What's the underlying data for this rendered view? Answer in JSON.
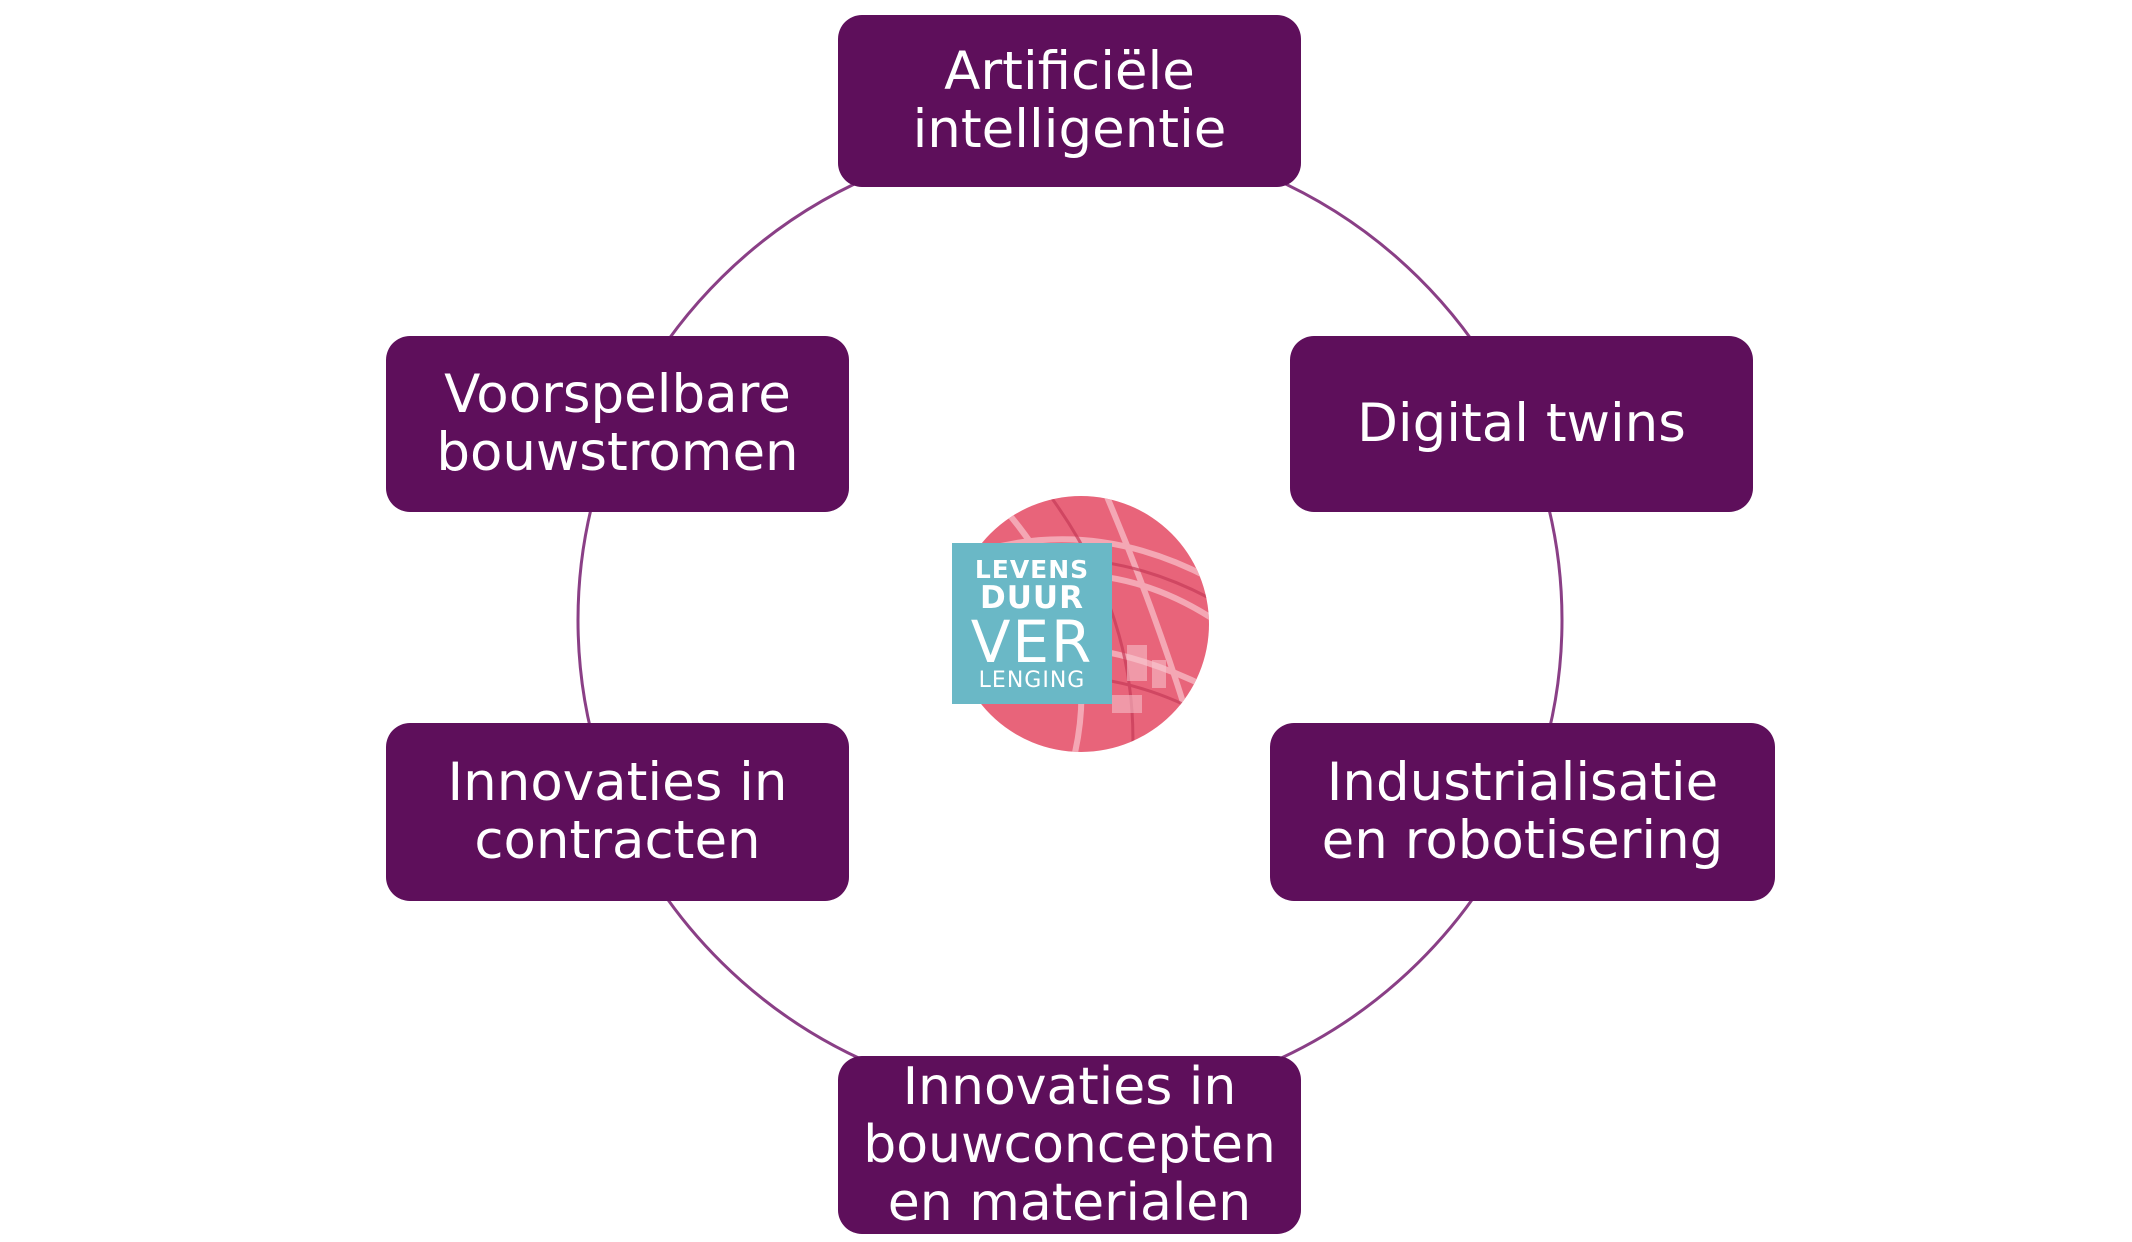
{
  "diagram": {
    "colors": {
      "node_fill": "#5e0f5b",
      "node_text": "#ffffff",
      "ring": "#8a3f86",
      "logo_badge": "#6ab8c6",
      "logo_photo": "#e8647a"
    },
    "nodes": {
      "ai": {
        "lines": [
          "Artificiële",
          "intelligentie"
        ]
      },
      "digital_twins": {
        "lines": [
          "Digital twins"
        ]
      },
      "industrialisation": {
        "lines": [
          "Industrialisatie",
          "en robotisering"
        ]
      },
      "building_concepts": {
        "lines": [
          "Innovaties in",
          "bouwconcepten",
          "en materialen"
        ]
      },
      "contracts": {
        "lines": [
          "Innovaties in",
          "contracten"
        ]
      },
      "building_flows": {
        "lines": [
          "Voorspelbare",
          "bouwstromen"
        ]
      }
    },
    "center_logo": {
      "lines": [
        "LEVENS",
        "DUUR",
        "VER",
        "LENGING"
      ]
    }
  }
}
